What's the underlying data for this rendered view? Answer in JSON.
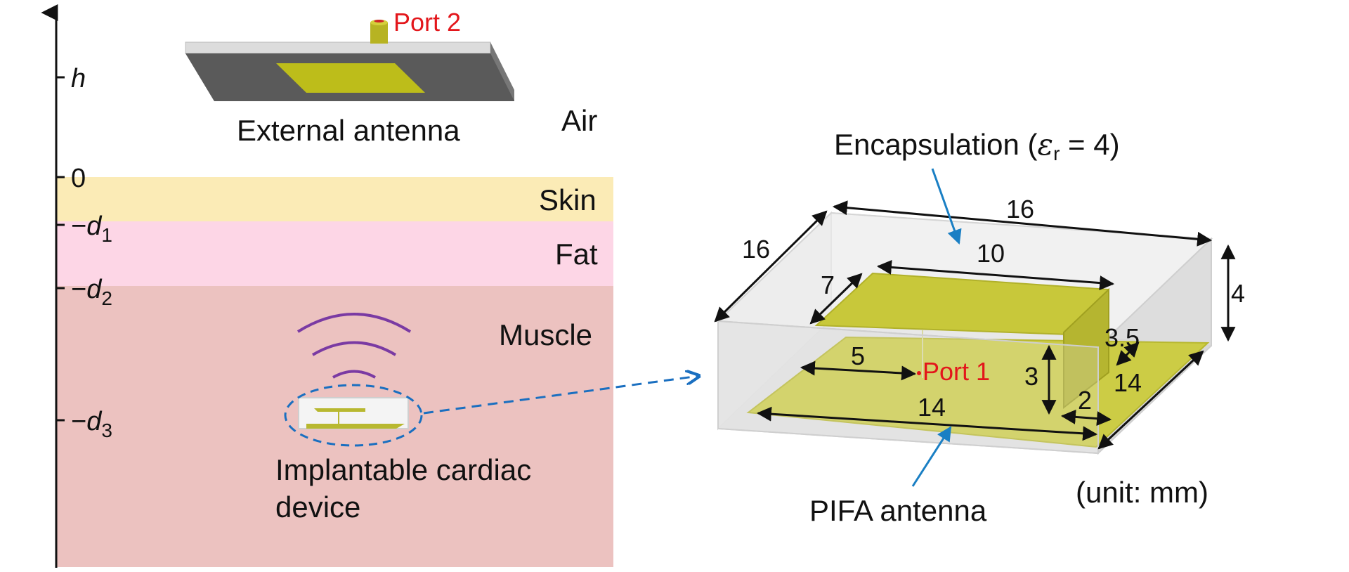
{
  "labels": {
    "port2": "Port 2",
    "external_antenna": "External antenna",
    "air": "Air",
    "skin": "Skin",
    "fat": "Fat",
    "muscle": "Muscle",
    "implant_line1": "Implantable cardiac",
    "implant_line2": "device",
    "encapsulation_prefix": "Encapsulation (",
    "epsilon": "ε",
    "epsilon_sub": "r",
    "encapsulation_suffix": " = 4)",
    "port1": "Port 1",
    "pifa": "PIFA antenna",
    "unit": "(unit: mm)"
  },
  "axis": {
    "h": "h",
    "zero": "0",
    "d1_sign": "−",
    "d1_letter": "d",
    "d1_sub": "1",
    "d2_sign": "−",
    "d2_letter": "d",
    "d2_sub": "2",
    "d3_sign": "−",
    "d3_letter": "d",
    "d3_sub": "3"
  },
  "dimensions": {
    "enc_length": "16",
    "enc_width": "16",
    "enc_height": "4",
    "patch_length": "10",
    "patch_width": "7",
    "feed_offset": "5",
    "ground_length": "14",
    "ground_width": "14",
    "short_height": "3",
    "short_width": "3.5",
    "short_offset": "2"
  },
  "colors": {
    "skin": "#fbebb6",
    "fat": "#fdd6e6",
    "muscle": "#ecc2c0",
    "patch": "#c8c83a",
    "port_text": "#e3161b",
    "pointer": "#1a7fc4",
    "waves": "#7a3aa3",
    "dashed": "#1a6fc0",
    "ground_plate": "#5a5a5a",
    "encapsulation": "#e4e4e4"
  }
}
